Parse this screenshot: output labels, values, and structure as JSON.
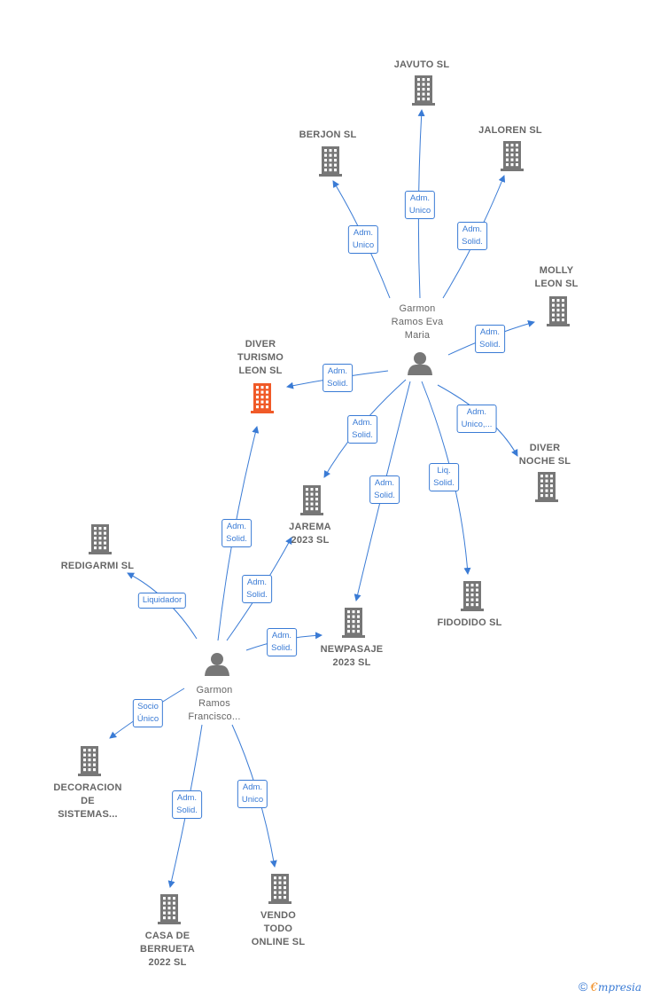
{
  "colors": {
    "edge": "#3a7bd5",
    "node": "#777777",
    "focus": "#f05a28"
  },
  "nodes": [
    {
      "id": "javuto",
      "label": "JAVUTO SL",
      "type": "company"
    },
    {
      "id": "berjon",
      "label": "BERJON SL",
      "type": "company"
    },
    {
      "id": "jaloren",
      "label": "JALOREN SL",
      "type": "company"
    },
    {
      "id": "molly",
      "label": "MOLLY\nLEON  SL",
      "type": "company"
    },
    {
      "id": "eva",
      "label": "Garmon\nRamos Eva\nMaria",
      "type": "person"
    },
    {
      "id": "diverturismo",
      "label": "DIVER\nTURISMO\nLEON  SL",
      "type": "focus"
    },
    {
      "id": "divernoche",
      "label": "DIVER\nNOCHE  SL",
      "type": "company"
    },
    {
      "id": "jarema",
      "label": "JAREMA\n2023  SL",
      "type": "company"
    },
    {
      "id": "redigarmi",
      "label": "REDIGARMI SL",
      "type": "company"
    },
    {
      "id": "newpasaje",
      "label": "NEWPASAJE\n2023  SL",
      "type": "company"
    },
    {
      "id": "fidodido",
      "label": "FIDODIDO SL",
      "type": "company"
    },
    {
      "id": "francisco",
      "label": "Garmon\nRamos\nFrancisco...",
      "type": "person"
    },
    {
      "id": "decoracion",
      "label": "DECORACION\nDE\nSISTEMAS...",
      "type": "company"
    },
    {
      "id": "casa",
      "label": "CASA DE\nBERRUETA\n2022  SL",
      "type": "company"
    },
    {
      "id": "vendo",
      "label": "VENDO\nTODO\nONLINE SL",
      "type": "company"
    }
  ],
  "edges": [
    {
      "from": "eva",
      "to": "javuto",
      "label": "Adm.\nUnico"
    },
    {
      "from": "eva",
      "to": "berjon",
      "label": "Adm.\nUnico"
    },
    {
      "from": "eva",
      "to": "jaloren",
      "label": "Adm.\nSolid."
    },
    {
      "from": "eva",
      "to": "molly",
      "label": "Adm.\nSolid."
    },
    {
      "from": "eva",
      "to": "diverturismo",
      "label": "Adm.\nSolid."
    },
    {
      "from": "eva",
      "to": "divernoche",
      "label": "Adm.\nUnico,..."
    },
    {
      "from": "eva",
      "to": "jarema",
      "label": "Adm.\nSolid."
    },
    {
      "from": "eva",
      "to": "newpasaje",
      "label": "Adm.\nSolid."
    },
    {
      "from": "eva",
      "to": "fidodido",
      "label": "Liq.\nSolid."
    },
    {
      "from": "francisco",
      "to": "diverturismo",
      "label": "Adm.\nSolid."
    },
    {
      "from": "francisco",
      "to": "jarema",
      "label": "Adm.\nSolid."
    },
    {
      "from": "francisco",
      "to": "redigarmi",
      "label": "Liquidador"
    },
    {
      "from": "francisco",
      "to": "newpasaje",
      "label": "Adm.\nSolid."
    },
    {
      "from": "francisco",
      "to": "decoracion",
      "label": "Socio\nÚnico"
    },
    {
      "from": "francisco",
      "to": "casa",
      "label": "Adm.\nSolid."
    },
    {
      "from": "francisco",
      "to": "vendo",
      "label": "Adm.\nUnico"
    }
  ],
  "footer": {
    "copyright": "©",
    "brand_initial": "€",
    "brand_rest": "mpresia"
  }
}
